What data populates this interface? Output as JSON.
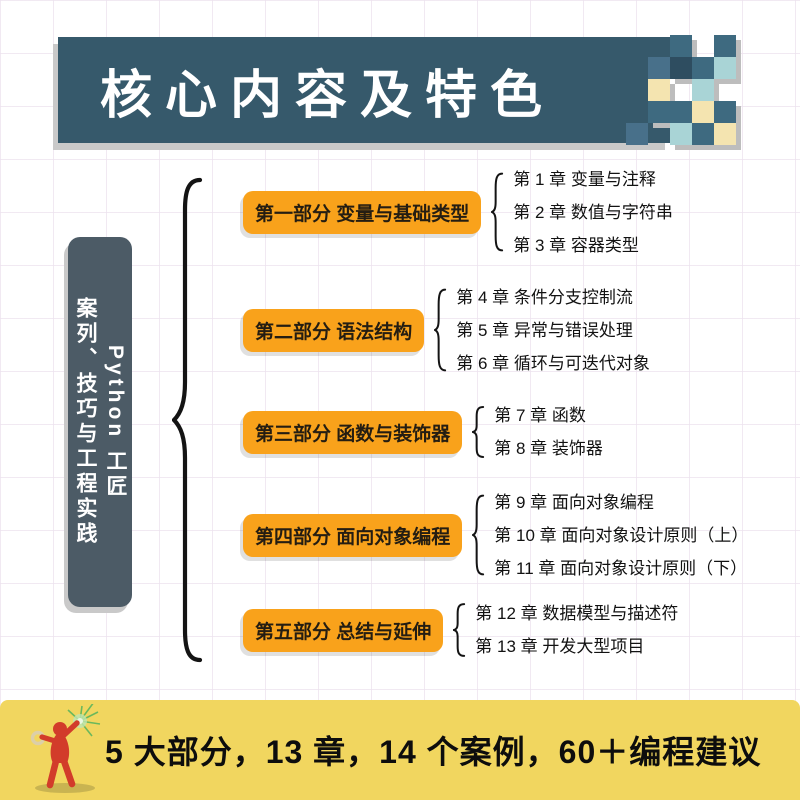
{
  "header": {
    "title": "核心内容及特色",
    "banner_color": "#36596b"
  },
  "decor": {
    "pixel_palette": {
      "dark": "#2e4d60",
      "teal": "#3e6a80",
      "teal_light": "#48708a",
      "cyan": "#a9d4d6",
      "cream": "#f4e4b0"
    }
  },
  "book": {
    "series": "Python 工匠",
    "subtitle": "案列、技巧与工程实践",
    "box_color": "#4c5b66"
  },
  "parts": [
    {
      "label": "第一部分 变量与基础类型",
      "chapters": [
        "第 1 章 变量与注释",
        "第 2 章 数值与字符串",
        "第 3 章 容器类型"
      ]
    },
    {
      "label": "第二部分 语法结构",
      "chapters": [
        "第 4 章 条件分支控制流",
        "第 5 章 异常与错误处理",
        "第 6 章 循环与可迭代对象"
      ]
    },
    {
      "label": "第三部分 函数与装饰器",
      "chapters": [
        "第 7 章 函数",
        "第 8 章 装饰器"
      ]
    },
    {
      "label": "第四部分 面向对象编程",
      "chapters": [
        "第 9 章 面向对象编程",
        "第 10 章 面向对象设计原则（上）",
        "第 11 章 面向对象设计原则（下）"
      ]
    },
    {
      "label": "第五部分 总结与延伸",
      "chapters": [
        "第 12 章 数据模型与描述符",
        "第 13 章 开发大型项目"
      ]
    }
  ],
  "footer": {
    "summary": "5 大部分，13 章，14 个案例，60＋编程建议",
    "icon": "painter-figure-icon",
    "banner_color": "#f1d65f"
  },
  "accent": {
    "orange": "#f9a21b"
  }
}
